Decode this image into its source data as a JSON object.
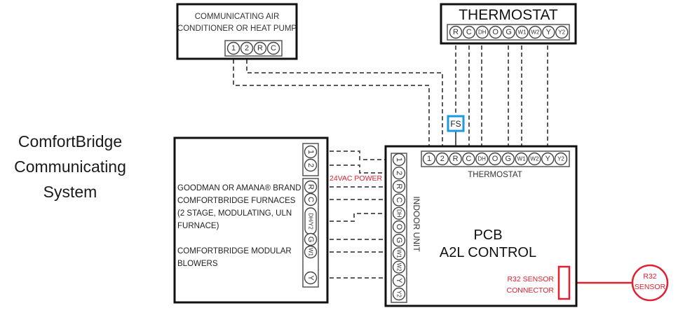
{
  "title": {
    "lines": [
      "ComfortBridge",
      "Communicating",
      "System"
    ]
  },
  "outdoor_unit": {
    "title_lines": [
      "COMMUNICATING AIR",
      "CONDITIONER OR HEAT PUMP"
    ],
    "terminals": [
      "1",
      "2",
      "R",
      "C"
    ]
  },
  "thermostat": {
    "title": "THERMOSTAT",
    "terminals": [
      "R",
      "C",
      "DH",
      "O",
      "G",
      "W1",
      "W2",
      "Y",
      "Y2"
    ]
  },
  "fs_box": {
    "label": "FS",
    "color": "#1a9ae0"
  },
  "indoor_furnace": {
    "text_lines": [
      "GOODMAN OR AMANA® BRAND",
      "COMFORTBRIDGE FURNACES",
      "(2 STAGE, MODULATING, ULN",
      "FURNACE)",
      "",
      "COMFORTBRIDGE MODULAR",
      "BLOWERS"
    ],
    "comm_terminals": [
      "1",
      "2"
    ],
    "control_terminals": [
      "R",
      "C",
      "DH/Y2",
      "G",
      "W1",
      "Y"
    ]
  },
  "power_label": {
    "text": "24VAC POWER",
    "color": "#e02030"
  },
  "pcb": {
    "title": "PCB",
    "subtitle": "A2L CONTROL",
    "thermostat_strip_label": "THERMOSTAT",
    "thermostat_terminals": [
      "1",
      "2",
      "R",
      "C",
      "DH",
      "O",
      "G",
      "W1",
      "W2",
      "Y",
      "Y2"
    ],
    "indoor_unit_label": "INDOOR UNIT",
    "indoor_terminals": [
      "1",
      "2",
      "R",
      "C",
      "DH",
      "O",
      "G",
      "W1",
      "W2",
      "Y",
      "Y2"
    ],
    "sensor_connector_lines": [
      "R32 SENSOR",
      "CONNECTOR"
    ]
  },
  "r32_sensor": {
    "lines": [
      "R32",
      "SENSOR"
    ],
    "color": "#e02030"
  },
  "connections": [
    {
      "from": "outdoor_unit.1",
      "to": "pcb.thermostat.1"
    },
    {
      "from": "outdoor_unit.2",
      "to": "pcb.thermostat.2"
    },
    {
      "from": "thermostat.R",
      "to": "pcb.thermostat.R",
      "via": "FS"
    },
    {
      "from": "thermostat.C",
      "to": "pcb.thermostat.C"
    },
    {
      "from": "thermostat.DH",
      "to": "pcb.thermostat.DH"
    },
    {
      "from": "thermostat.G",
      "to": "pcb.thermostat.G"
    },
    {
      "from": "thermostat.W1",
      "to": "pcb.thermostat.W1"
    },
    {
      "from": "thermostat.Y",
      "to": "pcb.thermostat.Y"
    },
    {
      "from": "indoor_furnace.1",
      "to": "pcb.indoor.1"
    },
    {
      "from": "indoor_furnace.2",
      "to": "pcb.indoor.2"
    },
    {
      "from": "indoor_furnace.R",
      "to": "pcb.indoor.R"
    },
    {
      "from": "indoor_furnace.C",
      "to": "pcb.indoor.C"
    },
    {
      "from": "indoor_furnace.DH/Y2",
      "to": "pcb.indoor.DH"
    },
    {
      "from": "indoor_furnace.G",
      "to": "pcb.indoor.G"
    },
    {
      "from": "indoor_furnace.W1",
      "to": "pcb.indoor.W1"
    },
    {
      "from": "indoor_furnace.Y",
      "to": "pcb.indoor.Y"
    },
    {
      "from": "pcb.sensor_connector",
      "to": "r32_sensor"
    }
  ]
}
